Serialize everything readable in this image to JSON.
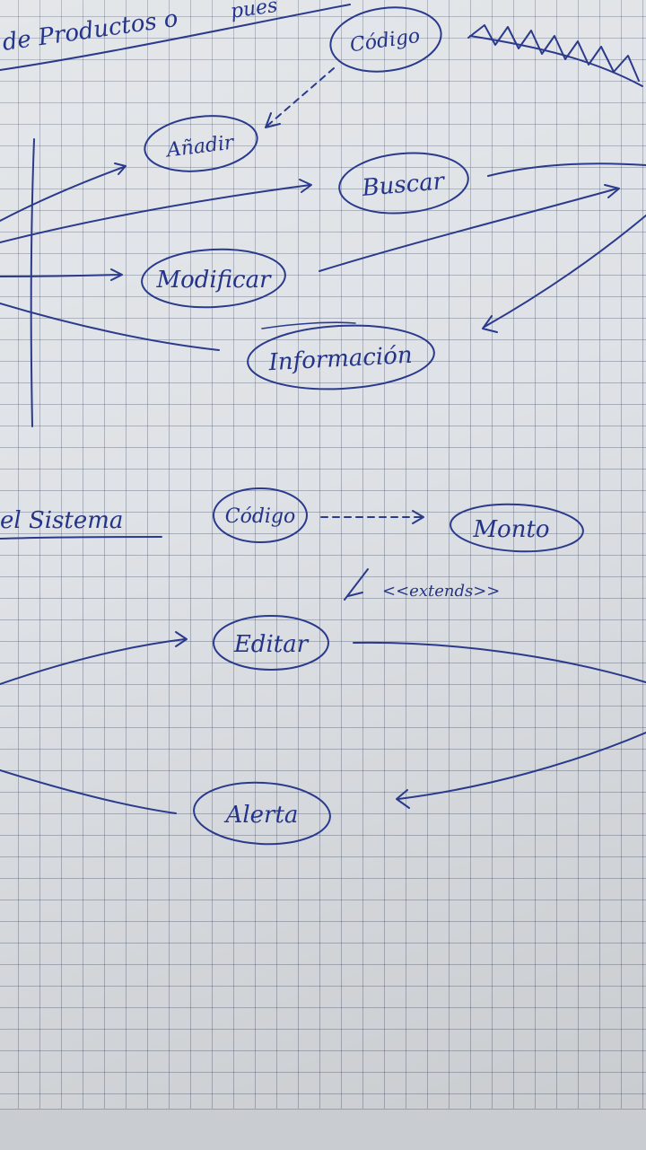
{
  "notebook": {
    "top_heading": "de Productos o",
    "top_heading_tail": "pues",
    "section_label": "el Sistema",
    "stereotype": "<<extends>>"
  },
  "use_cases": {
    "codigo_top": "Código",
    "anadir": "Añadir",
    "buscar": "Buscar",
    "modificar": "Modificar",
    "informacion": "Información",
    "codigo_mid": "Código",
    "monto": "Monto",
    "editar": "Editar",
    "alerta": "Alerta"
  },
  "colors": {
    "ink": "#2a3a8c",
    "paper": "#dfe2e6",
    "grid": "#6b7590"
  }
}
